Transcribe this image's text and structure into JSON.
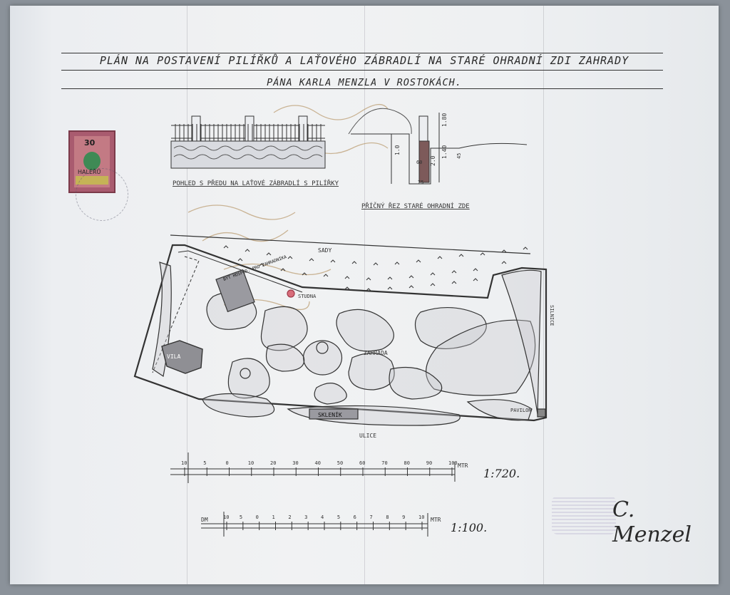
{
  "document": {
    "title_line1": "PLÁN NA POSTAVENÍ PILÍŘKŮ A LAŤOVÉHO ZÁBRADLÍ NA STARÉ OHRADNÍ ZDI ZAHRADY",
    "title_line2": "PÁNA KARLA MENZLA V ROSTOKÁCH.",
    "elevation_caption": "POHLED S PŘEDU NA LAŤOVÉ ZÁBRADLÍ S PILÍŘKY",
    "section_caption": "PŘÍČNÝ ŘEZ STARÉ OHRADNÍ ZDE",
    "section_dims": [
      "1.80",
      "1.40",
      "1.0",
      "2.0",
      "60",
      "75",
      "45"
    ],
    "plan_labels": {
      "orchard": "SADY",
      "well": "STUDNA",
      "garden": "ZAHRADA",
      "villa": "VILA",
      "greenhouse": "SKLENÍK",
      "pavilion": "PAVILON",
      "street": "ULICE",
      "road": "SILNICE",
      "gardener_house": "BYT HOSPOD. PRO ZAHRADNÍKA"
    },
    "scale_large": {
      "ratio": "1:720.",
      "unit": "MTR",
      "ticks": [
        "10",
        "5",
        "0",
        "10",
        "20",
        "30",
        "40",
        "50",
        "60",
        "70",
        "80",
        "90",
        "100"
      ]
    },
    "scale_small": {
      "ratio": "1:100.",
      "unit_left": "DM",
      "unit_right": "MTR",
      "ticks": [
        "10",
        "5",
        "0",
        "1",
        "2",
        "3",
        "4",
        "5",
        "6",
        "7",
        "8",
        "9",
        "10"
      ]
    },
    "stamp_value": "30",
    "stamp_currency": "HALÉŘŮ",
    "signature": "C. Menzel"
  },
  "colors": {
    "paper": "#eceef1",
    "ink": "#2a2a2a",
    "stamp": "#a95b6f",
    "well": "#d86d7a"
  }
}
